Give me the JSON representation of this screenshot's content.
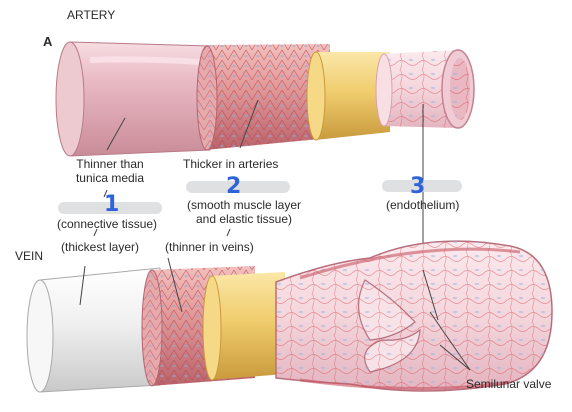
{
  "title_artery": "ARTERY",
  "panel_letter": "A",
  "title_vein": "VEIN",
  "labels": {
    "thinner_line1": "Thinner than",
    "thinner_line2": "tunica media",
    "connective": "(connective tissue)",
    "thickest": "(thickest layer)",
    "thicker_arteries": "Thicker in arteries",
    "smooth_line1": "(smooth muscle layer",
    "smooth_line2": "and elastic tissue)",
    "thinner_veins": "(thinner in veins)",
    "endothelium": "(endothelium)",
    "semilunar": "Semilunar valve",
    "slash": "/"
  },
  "handwritten": {
    "one": "1",
    "two": "2",
    "three": "3"
  },
  "colors": {
    "adventitia_pink": "#ecc6cd",
    "media_red": "#d7757a",
    "elastic_yellow": "#f0cd6e",
    "intima_pink": "#f4d6dc",
    "vein_white": "#f2f2f2",
    "handwriting_blue": "#2f64d8"
  }
}
